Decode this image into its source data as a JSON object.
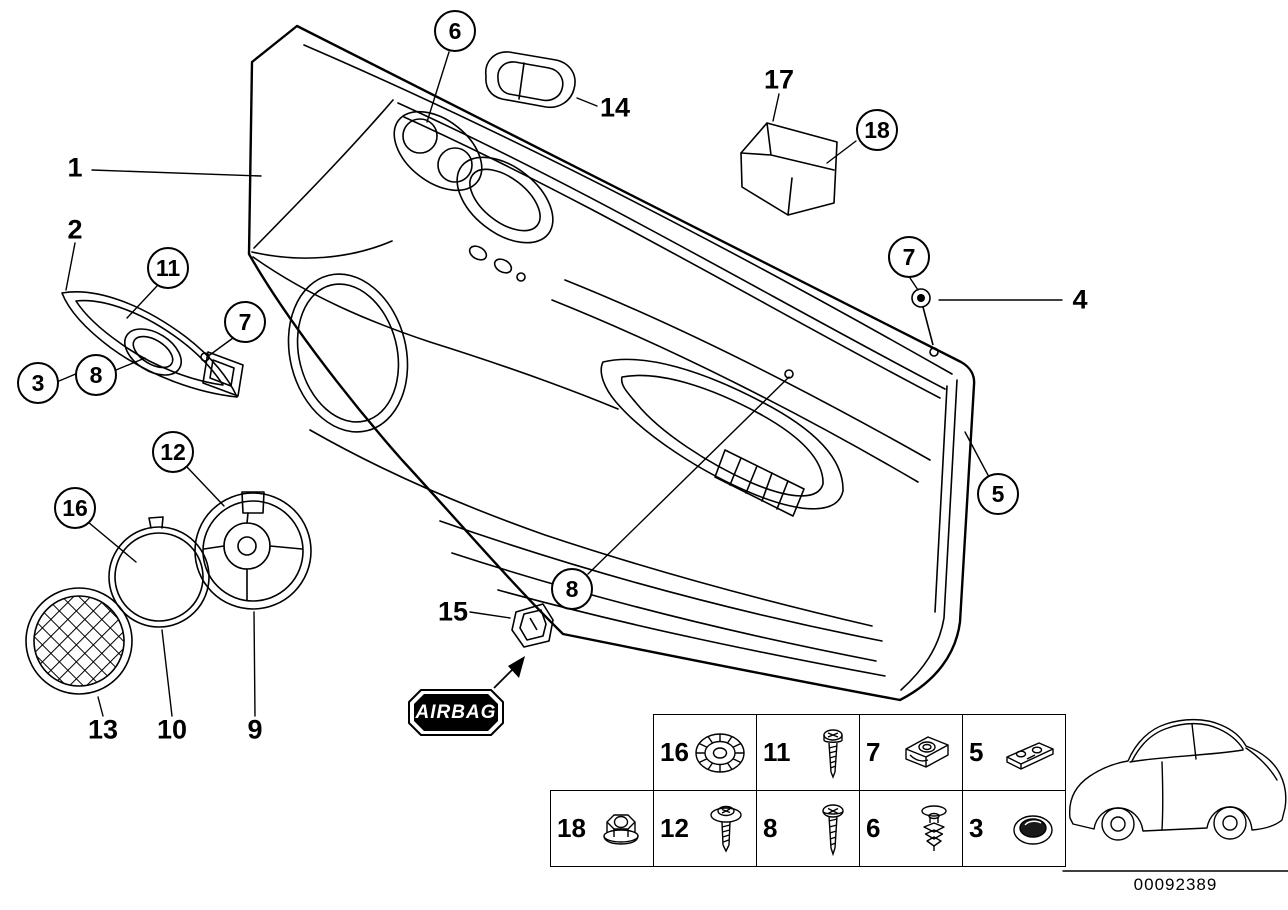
{
  "page": {
    "doc_number": "00092389",
    "background": "#ffffff",
    "line_color": "#000000"
  },
  "airbag": {
    "label": "AIRBAG"
  },
  "callouts": [
    {
      "label": "1",
      "style": "plain"
    },
    {
      "label": "2",
      "style": "plain"
    },
    {
      "label": "3",
      "style": "circle"
    },
    {
      "label": "4",
      "style": "plain"
    },
    {
      "label": "5",
      "style": "circle"
    },
    {
      "label": "6",
      "style": "circle"
    },
    {
      "label": "7",
      "style": "circle"
    },
    {
      "label": "7",
      "style": "circle"
    },
    {
      "label": "8",
      "style": "circle"
    },
    {
      "label": "8",
      "style": "circle"
    },
    {
      "label": "9",
      "style": "plain"
    },
    {
      "label": "10",
      "style": "plain"
    },
    {
      "label": "11",
      "style": "circle"
    },
    {
      "label": "12",
      "style": "circle"
    },
    {
      "label": "13",
      "style": "plain"
    },
    {
      "label": "14",
      "style": "plain"
    },
    {
      "label": "15",
      "style": "plain"
    },
    {
      "label": "16",
      "style": "circle"
    },
    {
      "label": "17",
      "style": "plain"
    },
    {
      "label": "18",
      "style": "circle"
    }
  ],
  "legend": {
    "row1": [
      {
        "label": "16",
        "icon": "grommet-icon"
      },
      {
        "label": "11",
        "icon": "screw-icon"
      },
      {
        "label": "7",
        "icon": "clamp-icon"
      },
      {
        "label": "5",
        "icon": "bracket-icon"
      }
    ],
    "row2": [
      {
        "label": "18",
        "icon": "hex-nut-icon"
      },
      {
        "label": "12",
        "icon": "washer-screw-icon"
      },
      {
        "label": "8",
        "icon": "tapping-screw-icon"
      },
      {
        "label": "6",
        "icon": "expansion-rivet-icon"
      },
      {
        "label": "3",
        "icon": "cap-icon"
      }
    ]
  }
}
